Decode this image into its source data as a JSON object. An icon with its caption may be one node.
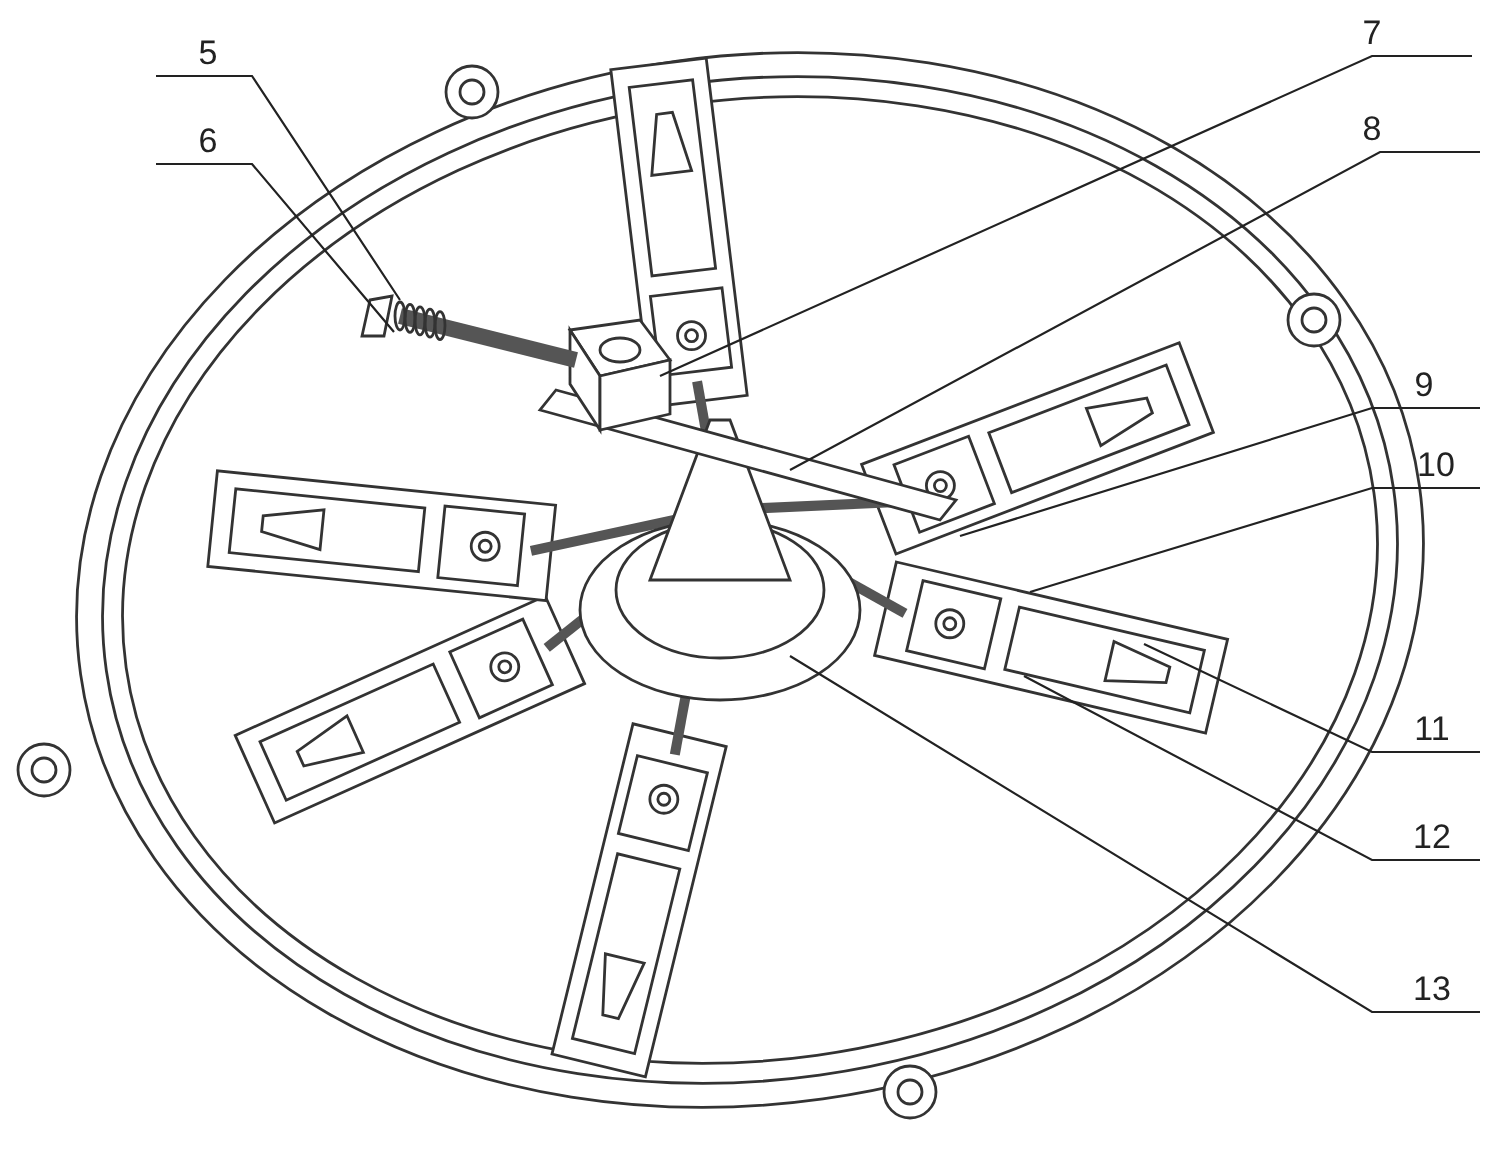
{
  "diagram": {
    "nodes": [
      {
        "text": [
          "5"
        ]
      },
      {
        "text": [
          "6"
        ]
      },
      {
        "text": [
          "7"
        ]
      },
      {
        "text": [
          "8"
        ]
      },
      {
        "text": [
          "9"
        ]
      },
      {
        "text": [
          "10"
        ]
      },
      {
        "text": [
          "11"
        ]
      },
      {
        "text": [
          "12"
        ]
      },
      {
        "text": [
          "13"
        ]
      }
    ],
    "edges": [
      {
        "from": 0,
        "to": null,
        "arrow": "none"
      },
      {
        "from": 1,
        "to": null,
        "arrow": "none"
      },
      {
        "from": 2,
        "to": null,
        "arrow": "none"
      },
      {
        "from": 3,
        "to": null,
        "arrow": "none"
      },
      {
        "from": 4,
        "to": null,
        "arrow": "none"
      },
      {
        "from": 5,
        "to": null,
        "arrow": "none"
      },
      {
        "from": 6,
        "to": null,
        "arrow": "none"
      },
      {
        "from": 7,
        "to": null,
        "arrow": "none"
      },
      {
        "from": 8,
        "to": null,
        "arrow": "none"
      }
    ]
  }
}
